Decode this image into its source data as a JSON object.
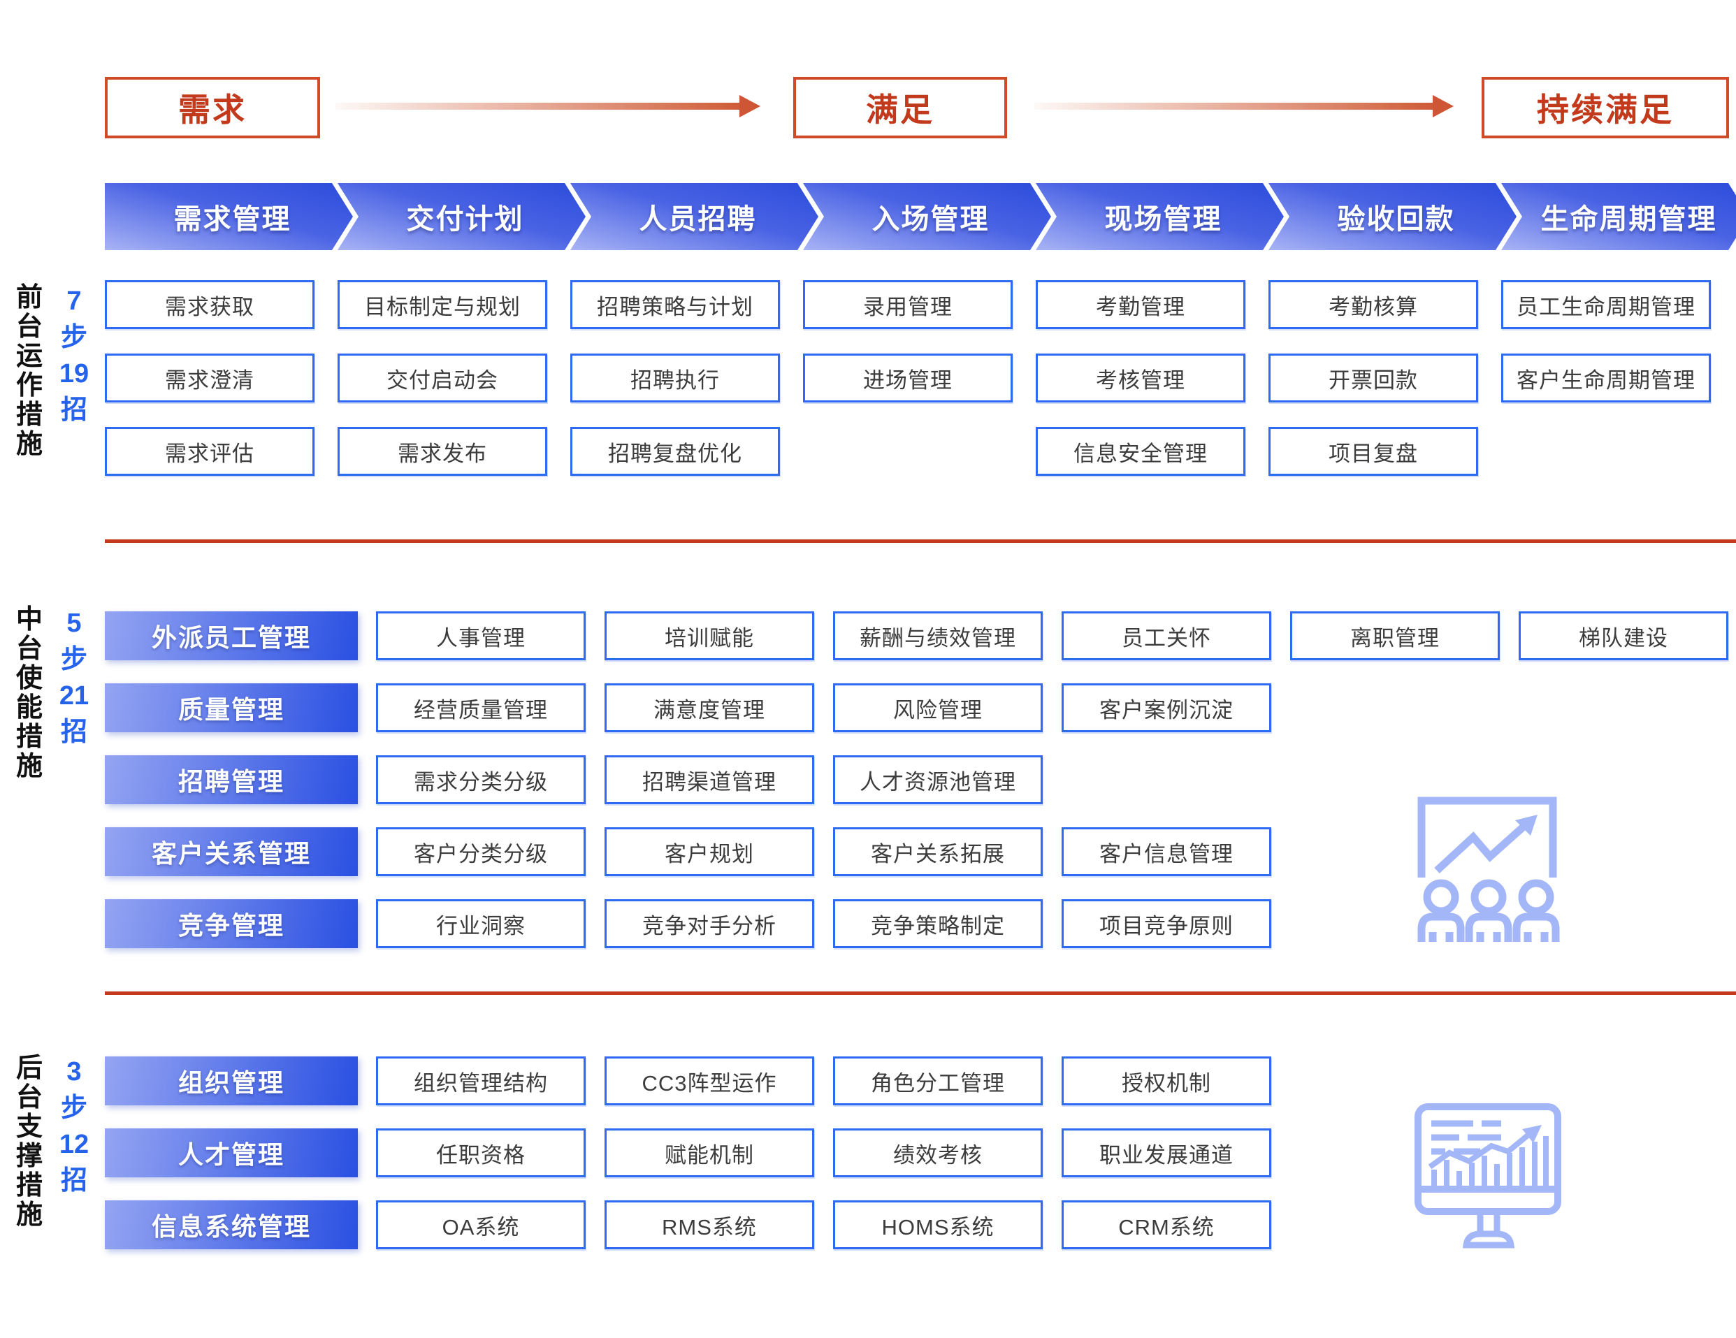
{
  "palette": {
    "red": "#c23a1b",
    "redBorder": "#d14a28",
    "blueBorder": "#2f6af2",
    "chevronDark": "#2b4cdb",
    "headerLight": "#94a4f2",
    "headerDark": "#2a50e2",
    "statBlue": "#2563eb",
    "boxText": "#3c3c3c",
    "iconBlue": "#a3b6f8"
  },
  "topFlow": {
    "stages": [
      {
        "label": "需求"
      },
      {
        "label": "满足"
      },
      {
        "label": "持续满足"
      }
    ]
  },
  "chevrons": [
    {
      "label": "需求管理"
    },
    {
      "label": "交付计划"
    },
    {
      "label": "人员招聘"
    },
    {
      "label": "入场管理"
    },
    {
      "label": "现场管理"
    },
    {
      "label": "验收回款"
    },
    {
      "label": "生命周期管理"
    }
  ],
  "front": {
    "sideLabel": "前台运作措施",
    "statLines": [
      {
        "t": "7"
      },
      {
        "t": "步"
      },
      {
        "t": "19"
      },
      {
        "t": "招"
      }
    ],
    "col1": {
      "items": [
        {
          "label": "需求获取"
        },
        {
          "label": "需求澄清"
        },
        {
          "label": "需求评估"
        }
      ]
    },
    "col2": {
      "items": [
        {
          "label": "目标制定与规划"
        },
        {
          "label": "交付启动会"
        },
        {
          "label": "需求发布"
        }
      ]
    },
    "col3": {
      "items": [
        {
          "label": "招聘策略与计划"
        },
        {
          "label": "招聘执行"
        },
        {
          "label": "招聘复盘优化"
        }
      ]
    },
    "col4": {
      "items": [
        {
          "label": "录用管理"
        },
        {
          "label": "进场管理"
        }
      ]
    },
    "col5": {
      "items": [
        {
          "label": "考勤管理"
        },
        {
          "label": "考核管理"
        },
        {
          "label": "信息安全管理"
        }
      ]
    },
    "col6": {
      "items": [
        {
          "label": "考勤核算"
        },
        {
          "label": "开票回款"
        },
        {
          "label": "项目复盘"
        }
      ]
    },
    "col7": {
      "items": [
        {
          "label": "员工生命周期管理"
        },
        {
          "label": "客户生命周期管理"
        }
      ]
    }
  },
  "middle": {
    "sideLabel": "中台使能措施",
    "statLines": [
      {
        "t": "5"
      },
      {
        "t": "步"
      },
      {
        "t": "21"
      },
      {
        "t": "招"
      }
    ],
    "row1": {
      "header": "外派员工管理",
      "items": [
        {
          "label": "人事管理"
        },
        {
          "label": "培训赋能"
        },
        {
          "label": "薪酬与绩效管理"
        },
        {
          "label": "员工关怀"
        },
        {
          "label": "离职管理"
        },
        {
          "label": "梯队建设"
        }
      ]
    },
    "row2": {
      "header": "质量管理",
      "items": [
        {
          "label": "经营质量管理"
        },
        {
          "label": "满意度管理"
        },
        {
          "label": "风险管理"
        },
        {
          "label": "客户案例沉淀"
        }
      ]
    },
    "row3": {
      "header": "招聘管理",
      "items": [
        {
          "label": "需求分类分级"
        },
        {
          "label": "招聘渠道管理"
        },
        {
          "label": "人才资源池管理"
        }
      ]
    },
    "row4": {
      "header": "客户关系管理",
      "items": [
        {
          "label": "客户分类分级"
        },
        {
          "label": "客户规划"
        },
        {
          "label": "客户关系拓展"
        },
        {
          "label": "客户信息管理"
        }
      ]
    },
    "row5": {
      "header": "竞争管理",
      "items": [
        {
          "label": "行业洞察"
        },
        {
          "label": "竞争对手分析"
        },
        {
          "label": "竞争策略制定"
        },
        {
          "label": "项目竞争原则"
        }
      ]
    }
  },
  "back": {
    "sideLabel": "后台支撑措施",
    "statLines": [
      {
        "t": "3"
      },
      {
        "t": "步"
      },
      {
        "t": "12"
      },
      {
        "t": "招"
      }
    ],
    "row1": {
      "header": "组织管理",
      "items": [
        {
          "label": "组织管理结构"
        },
        {
          "label": "CC3阵型运作"
        },
        {
          "label": "角色分工管理"
        },
        {
          "label": "授权机制"
        }
      ]
    },
    "row2": {
      "header": "人才管理",
      "items": [
        {
          "label": "任职资格"
        },
        {
          "label": "赋能机制"
        },
        {
          "label": "绩效考核"
        },
        {
          "label": "职业发展通道"
        }
      ]
    },
    "row3": {
      "header": "信息系统管理",
      "items": [
        {
          "label": "OA系统"
        },
        {
          "label": "RMS系统"
        },
        {
          "label": "HOMS系统"
        },
        {
          "label": "CRM系统"
        }
      ]
    }
  },
  "icons": {
    "middle": "presentation-growth-chart-audience-icon",
    "back": "monitor-analytics-icon"
  }
}
